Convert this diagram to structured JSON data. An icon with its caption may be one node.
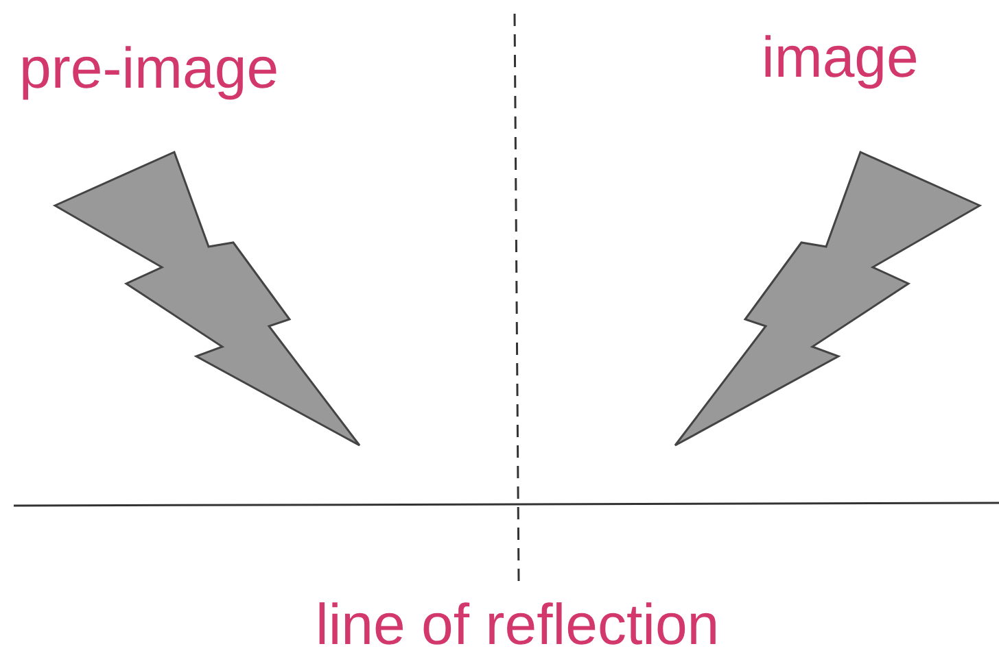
{
  "diagram": {
    "labels": [
      "pre-image",
      "image",
      "line of reflection"
    ]
  }
}
